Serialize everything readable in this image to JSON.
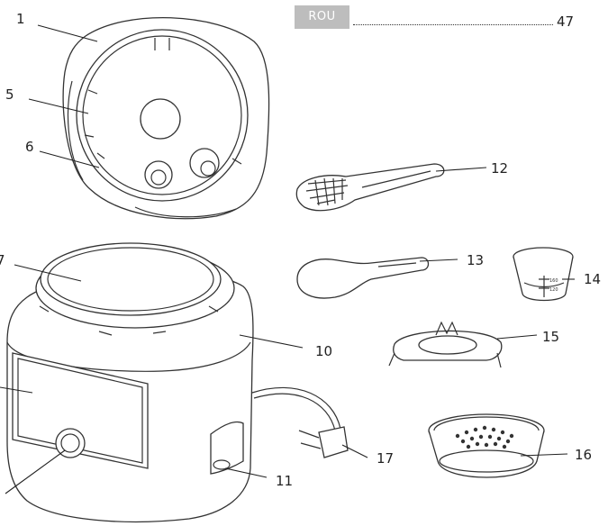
{
  "header": {
    "language_tab": "ROU",
    "page_number": "47"
  },
  "callouts": {
    "c1": "1",
    "c5": "5",
    "c6": "6",
    "c7": "7",
    "c10": "10",
    "c11": "11",
    "c12": "12",
    "c13": "13",
    "c14": "14",
    "c15": "15",
    "c16": "16",
    "c17": "17"
  },
  "measuring_cup": {
    "mark_upper": "160",
    "mark_lower": "120"
  }
}
